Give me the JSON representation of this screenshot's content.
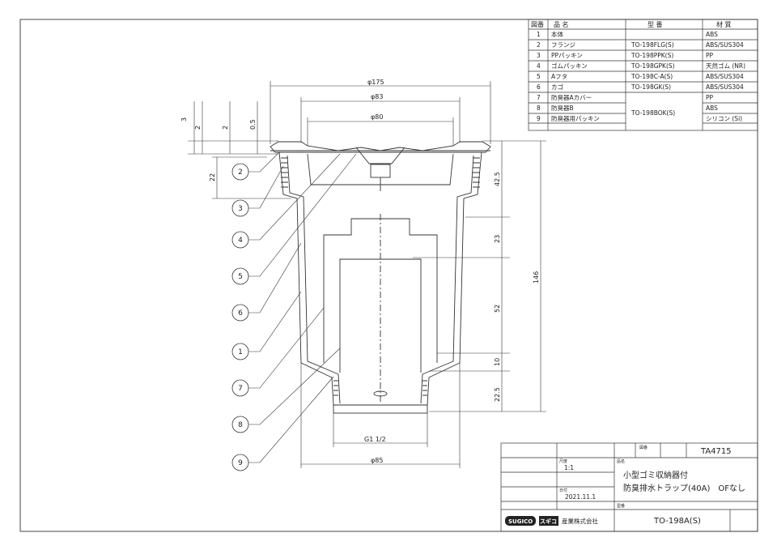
{
  "parts_table": {
    "headers": {
      "no": "図番",
      "name": "品 名",
      "model": "型 番",
      "material": "材 質"
    },
    "rows": [
      {
        "no": "1",
        "name": "本体",
        "model": "",
        "material": "ABS"
      },
      {
        "no": "2",
        "name": "フランジ",
        "model": "TO-198FLG(S)",
        "material": "ABS/SUS304"
      },
      {
        "no": "3",
        "name": "PPパッキン",
        "model": "TO-198PPK(S)",
        "material": "PP"
      },
      {
        "no": "4",
        "name": "ゴムパッキン",
        "model": "TO-198GPK(S)",
        "material": "天然ゴム (NR)"
      },
      {
        "no": "5",
        "name": "Aフタ",
        "model": "TO-198C-A(S)",
        "material": "ABS/SUS304"
      },
      {
        "no": "6",
        "name": "カゴ",
        "model": "TO-198GK(S)",
        "material": "ABS/SUS304"
      },
      {
        "no": "7",
        "name": "防臭器Aカバー",
        "model": "",
        "material": "PP"
      },
      {
        "no": "8",
        "name": "防臭器B",
        "model": "",
        "material": "ABS"
      },
      {
        "no": "9",
        "name": "防臭器用パッキン",
        "model": "",
        "material": "シリコン (Si)"
      }
    ],
    "merged_model_7_9": "TO-198BOK(S)"
  },
  "dimensions": {
    "d175": "φ175",
    "d83": "φ83",
    "d80": "φ80",
    "d85": "φ85",
    "thread": "G1 1/2",
    "v3": "3",
    "v2a": "2",
    "v2b": "2",
    "v05": "0.5",
    "v22left": "22",
    "r425": "42.5",
    "r23": "23",
    "r52": "52",
    "r10": "10",
    "r225": "22.5",
    "total": "146"
  },
  "balloons": [
    "2",
    "3",
    "4",
    "5",
    "6",
    "1",
    "7",
    "8",
    "9"
  ],
  "title_block": {
    "drawing_no": "TA4715",
    "name_line1": "小型ゴミ収納器付",
    "name_line2": "防臭排水トラップ(40A)　OFなし",
    "scale": "1:1",
    "date": "2021.11.1",
    "model_no": "TO-198A(S)",
    "company": "産業株式会社",
    "logo_a": "SUGICO",
    "logo_b": "スギコ",
    "lbl_scale": "尺度",
    "lbl_date": "日付",
    "lbl_model": "型番",
    "lbl_name": "品名",
    "lbl_drawno": "図番"
  },
  "colors": {
    "line": "#333333",
    "frame": "#444444",
    "paper": "#ffffff"
  }
}
